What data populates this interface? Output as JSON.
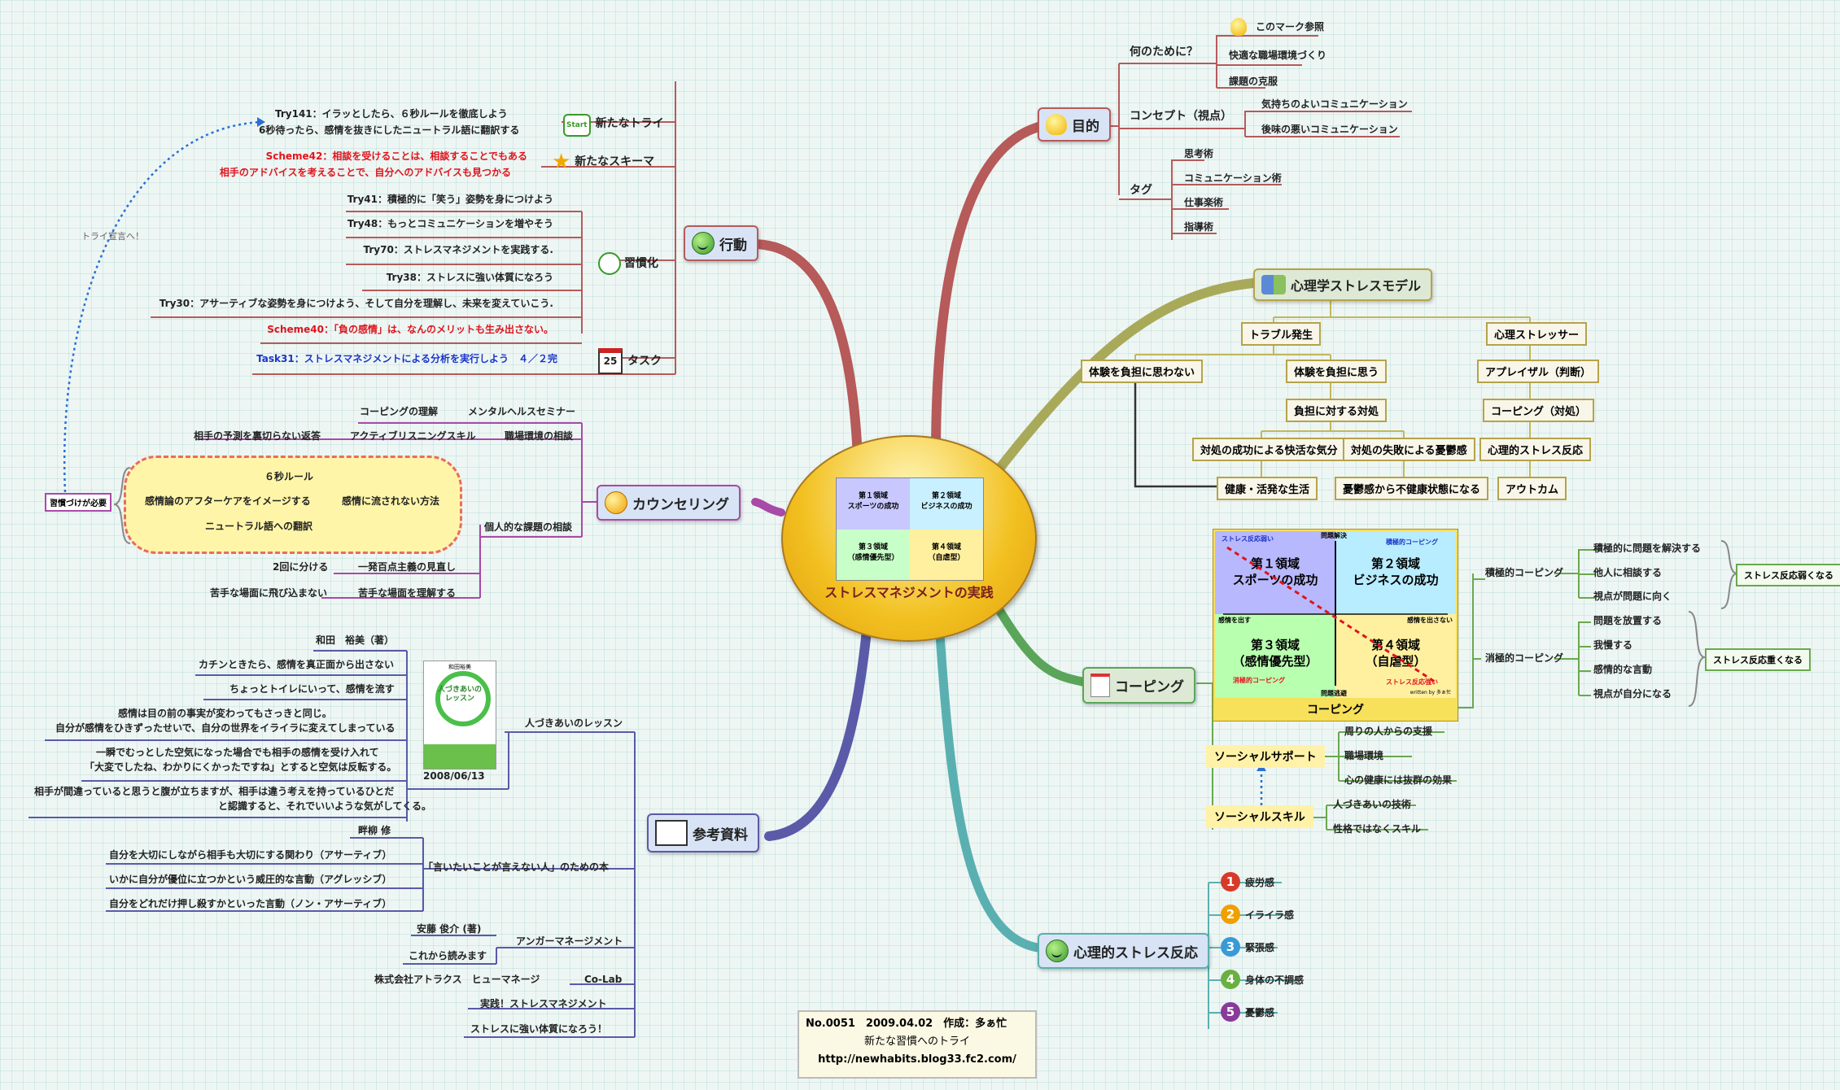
{
  "center": {
    "title": "ストレスマネジメントの実践",
    "q1": "第１領域\nスポーツの成功",
    "q2": "第２領域\nビジネスの成功",
    "q3": "第３領域\n（感情優先型）",
    "q4": "第４領域\n（自虐型）"
  },
  "footer": {
    "line1": "No.0051　2009.04.02　作成：多ぁ忙",
    "line2": "新たな習慣へのトライ",
    "line3": "http://newhabits.blog33.fc2.com/"
  },
  "mokuteki": {
    "label": "目的",
    "nanno": "何のために？",
    "mark": "このマーク参照",
    "kaiteki": "快適な職場環境づくり",
    "kadai": "課題の克服",
    "concept": "コンセプト（視点）",
    "c1": "気持ちのよいコミュニケーション",
    "c2": "後味の悪いコミュニケーション",
    "tag": "タグ",
    "t1": "思考術",
    "t2": "コミュニケーション術",
    "t3": "仕事楽術",
    "t4": "指導術"
  },
  "model": {
    "label": "心理学ストレスモデル",
    "trouble": "トラブル発生",
    "stressor": "心理ストレッサー",
    "omowanai": "体験を負担に思わない",
    "omou": "体験を負担に思う",
    "taisho": "負担に対する対処",
    "seiko": "対処の成功による快活な気分",
    "shippai": "対処の失敗による憂鬱感",
    "kenko": "健康・活発な生活",
    "yuutsu": "憂鬱感から不健康状態になる",
    "appraisal": "アプレイザル（判断）",
    "coping": "コーピング（対処）",
    "hannou": "心理的ストレス反応",
    "outcome": "アウトカム"
  },
  "coping": {
    "label": "コーピング",
    "img_title": "コーピング",
    "img_top": "問題解決",
    "img_bottom": "問題逃避",
    "img_left": "感情を出す",
    "img_right": "感情を出さない",
    "img_q1": "第１領域\nスポーツの成功",
    "img_q2": "第２領域\nビジネスの成功",
    "img_q3": "第３領域\n（感情優先型）",
    "img_q4": "第４領域\n（自虐型）",
    "img_weak": "ストレス反応弱い",
    "img_strong": "ストレス反応強い",
    "img_pos": "積極的コーピング",
    "img_neg": "消極的コーピング",
    "img_by": "written by 多ぁ忙",
    "sekkyoku": "積極的コーピング",
    "s1": "積極的に問題を解決する",
    "s2": "他人に相談する",
    "s3": "視点が問題に向く",
    "s_note": "ストレス反応弱くなる",
    "shokyoku": "消極的コーピング",
    "n1": "問題を放置する",
    "n2": "我慢する",
    "n3": "感情的な言動",
    "n4": "視点が自分になる",
    "n_note": "ストレス反応重くなる",
    "social_support": "ソーシャルサポート",
    "ss1": "周りの人からの支援",
    "ss2": "職場環境",
    "ss3": "心の健康には抜群の効果",
    "social_skill": "ソーシャルスキル",
    "sk1": "人づきあいの技術",
    "sk2": "性格ではなくスキル"
  },
  "hannou": {
    "label": "心理的ストレス反応",
    "items": [
      "疲労感",
      "イライラ感",
      "緊張感",
      "身体の不調感",
      "憂鬱感"
    ],
    "nums": [
      "1",
      "2",
      "3",
      "4",
      "5"
    ]
  },
  "koudou": {
    "label": "行動",
    "try_label": "新たなトライ",
    "start": "Start",
    "scheme_label": "新たなスキーマ",
    "shukan": "習慣化",
    "task_label": "タスク",
    "cal": "25",
    "try141a": "Try141：イラッとしたら、６秒ルールを徹底しよう",
    "try141b": "6秒待ったら、感情を抜きにしたニュートラル語に翻訳する",
    "s42a": "Scheme42：相談を受けることは、相談することでもある",
    "s42b": "相手のアドバイスを考えることで、自分へのアドバイスも見つかる",
    "h1": "Try41：積極的に「笑う」姿勢を身につけよう",
    "h2": "Try48：もっとコミュニケーションを増やそう",
    "h3": "Try70：ストレスマネジメントを実践する.",
    "h4": "Try38：ストレスに強い体質になろう",
    "h5": "Try30：アサーティブな姿勢を身につけよう、そして自分を理解し、未来を変えていこう.",
    "h6": "Scheme40：「負の感情」は、なんのメリットも生み出さない。",
    "task": "Task31：ストレスマネジメントによる分析を実行しよう　４／２完"
  },
  "counsel": {
    "label": "カウンセリング",
    "mental": "メンタルヘルスセミナー",
    "coping_rikai": "コーピングの理解",
    "shokuba": "職場環境の相談",
    "active": "アクティブリスニングスキル",
    "yosoku": "相手の予測を裏切らない返答",
    "kojin": "個人的な課題の相談",
    "nagasare": "感情に流されない方法",
    "six": "６秒ルール",
    "after": "感情論のアフターケアをイメージする",
    "neutral": "ニュートラル語への翻訳",
    "ippyaku": "一発百点主義の見直し",
    "nikai": "2回に分ける",
    "nigate": "苦手な場面を理解する",
    "tobikomu": "苦手な場面に飛び込まない",
    "shukanzuke": "習慣づけが必要",
    "try_sengen": "トライ宣言へ！"
  },
  "sanko": {
    "label": "参考資料",
    "book1": "人づきあいのレッスン",
    "book1_author": "和田　裕美（著）",
    "book1_date": "2008/06/13",
    "b1a": "カチンときたら、感情を真正面から出さない",
    "b1b": "ちょっとトイレにいって、感情を流す",
    "b1c1": "感情は目の前の事実が変わってもさっきと同じ。",
    "b1c2": "自分が感情をひきずったせいで、自分の世界をイライラに変えてしまっている",
    "b1d1": "一瞬でむっとした空気になった場合でも相手の感情を受け入れて",
    "b1d2": "「大変でしたね、わかりにくかったですね」とすると空気は反転する。",
    "b1e1": "相手が間違っていると思うと腹が立ちますが、相手は違う考えを持っているひとだ",
    "b1e2": "と認識すると、それでいいような気がしてくる。",
    "book2": "「言いたいことが言えない人」のための本",
    "book2_author": "畔柳 修",
    "b2a": "自分を大切にしながら相手も大切にする関わり（アサーティブ）",
    "b2b": "いかに自分が優位に立つかという威圧的な言動（アグレッシブ）",
    "b2c": "自分をどれだけ押し殺すかといった言動（ノン・アサーティブ）",
    "anger": "アンガーマネージメント",
    "anger_author": "安藤 俊介 (著)",
    "kore": "これから読みます",
    "colab": "Co-Lab",
    "atrax": "株式会社アトラクス　ヒューマネージ",
    "jissen": "実践！ストレスマネジメント",
    "tsuyoi": "ストレスに強い体質になろう！",
    "cover_title": "人づきあいの\nレッスン",
    "cover_author": "和田裕美"
  }
}
